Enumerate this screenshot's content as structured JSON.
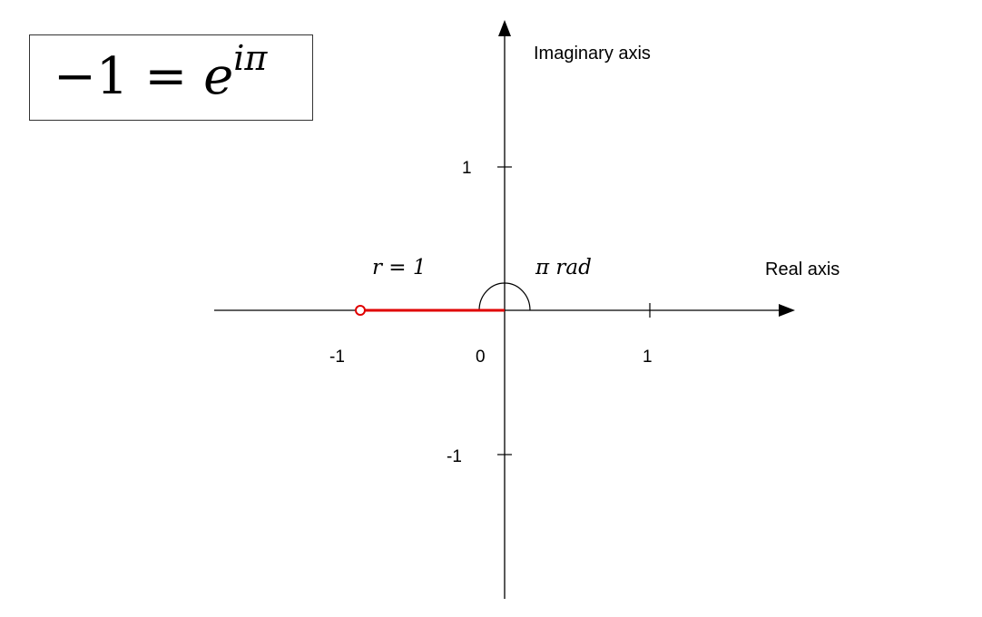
{
  "equation": {
    "lhs": "−1 = ",
    "base": "e",
    "exponent": "iπ"
  },
  "axes": {
    "real_label": "Real axis",
    "imaginary_label": "Imaginary axis"
  },
  "ticks": {
    "real": [
      "-1",
      "0",
      "1"
    ],
    "imaginary": [
      "1",
      "-1"
    ]
  },
  "annotations": {
    "radius": "r = 1",
    "angle": "π rad"
  },
  "colors": {
    "axis": "#000000",
    "radius_segment": "#e00000",
    "point_fill": "#ffffff"
  },
  "point": {
    "real": -1,
    "imaginary": 0
  }
}
